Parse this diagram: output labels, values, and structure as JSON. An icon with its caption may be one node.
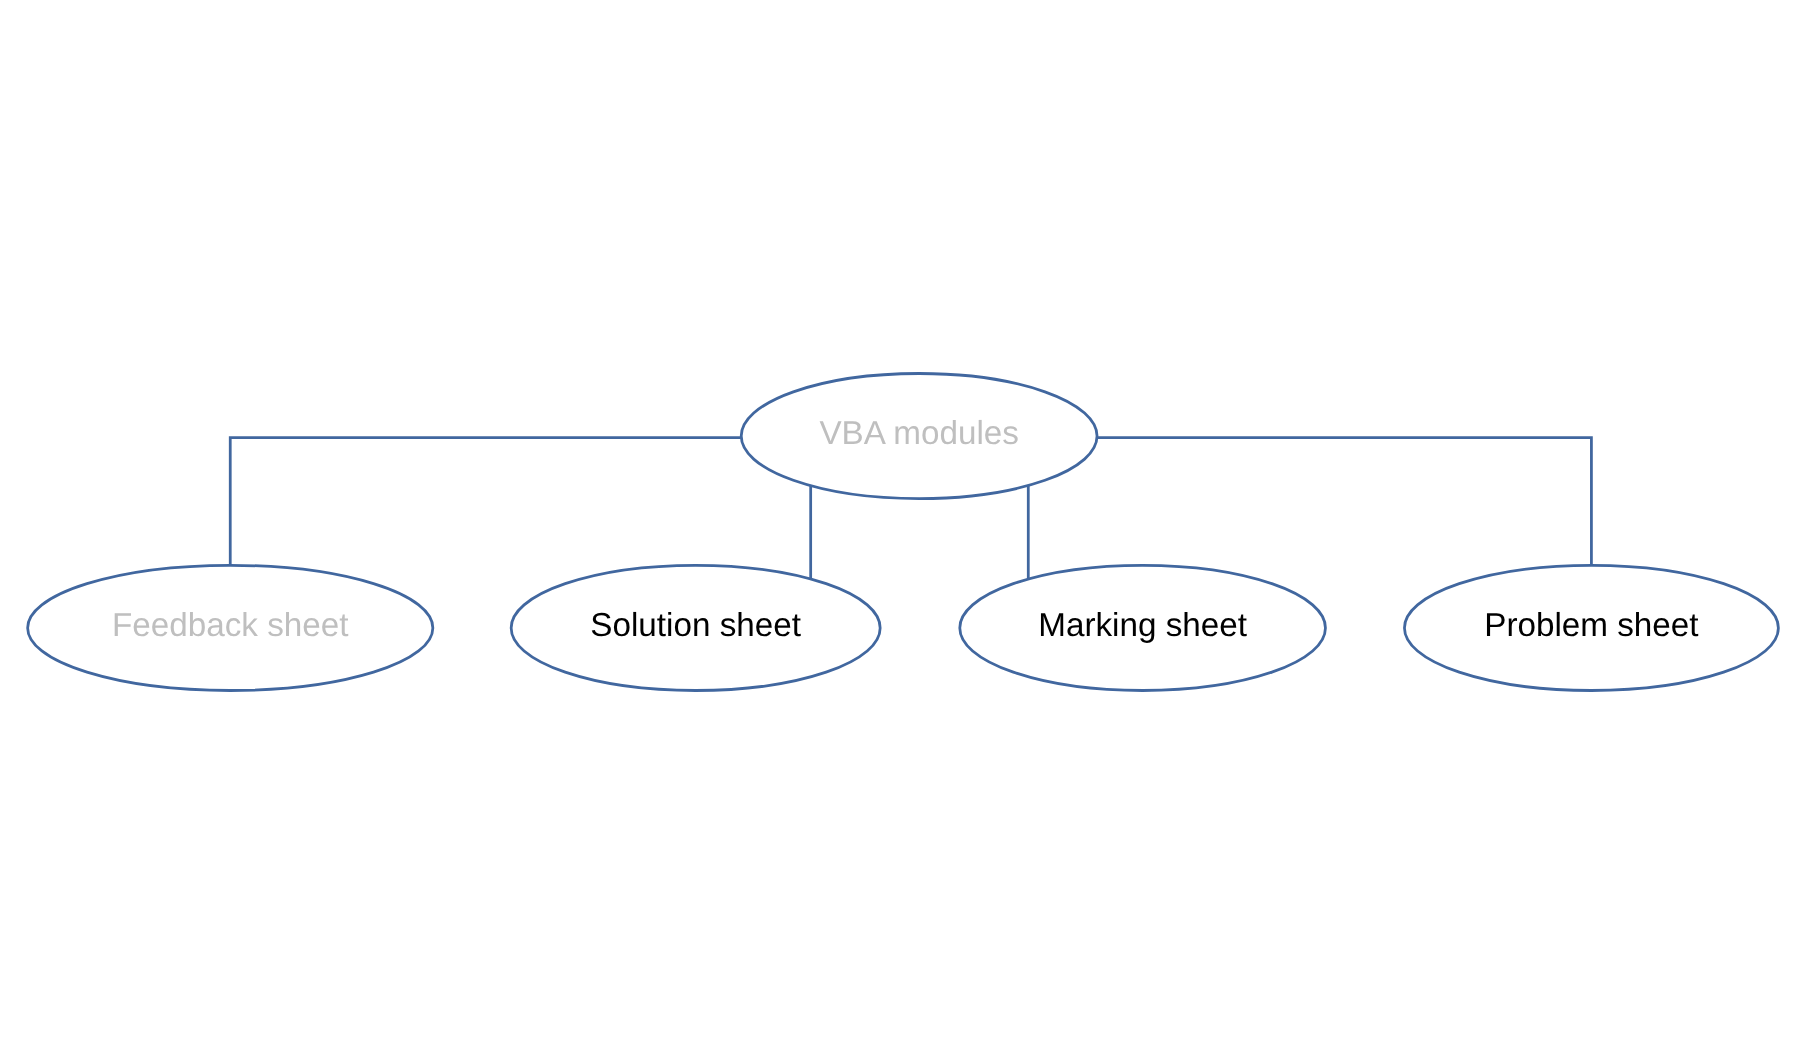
{
  "diagram": {
    "nodes": [
      {
        "text": [
          "VBA modules"
        ]
      },
      {
        "text": [
          "Feedback sheet"
        ]
      },
      {
        "text": [
          "Solution sheet"
        ]
      },
      {
        "text": [
          "Marking sheet"
        ]
      },
      {
        "text": [
          "Problem sheet"
        ]
      }
    ],
    "edges": [
      {
        "from": 0,
        "to": 1,
        "arrow": "none"
      },
      {
        "from": 0,
        "to": 2,
        "arrow": "none"
      },
      {
        "from": 0,
        "to": 3,
        "arrow": "none"
      },
      {
        "from": 0,
        "to": 4,
        "arrow": "none"
      }
    ]
  }
}
